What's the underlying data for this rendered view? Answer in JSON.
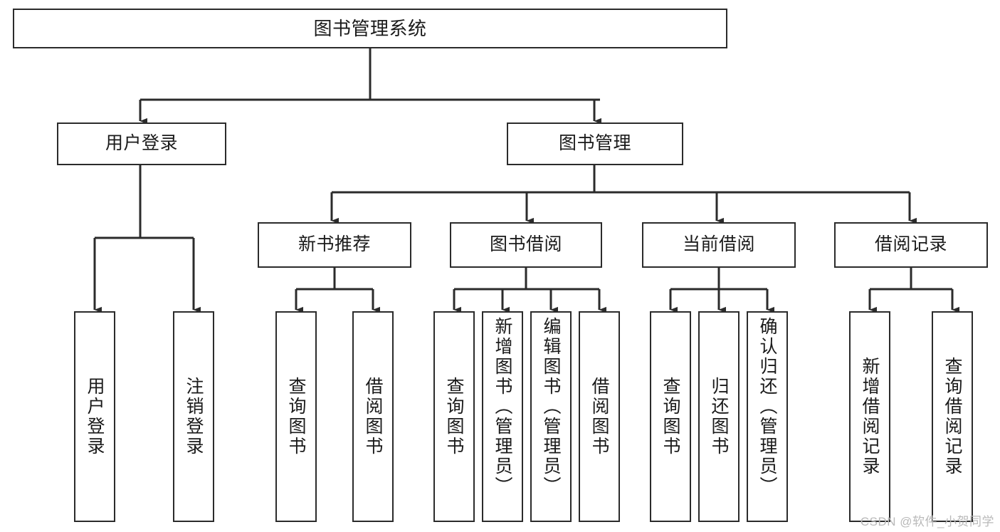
{
  "diagram": {
    "type": "tree-hierarchy",
    "title": "图书管理系统",
    "orientation": "top-down",
    "colors": {
      "box_border": "#2b2b2b",
      "box_fill": "#ffffff",
      "edge": "#2b2b2b",
      "text": "#1a1a1a",
      "watermark": "#b9b9b9",
      "background": "#ffffff"
    },
    "root": {
      "label": "图书管理系统"
    },
    "level1": [
      {
        "label": "用户登录"
      },
      {
        "label": "图书管理"
      }
    ],
    "level2": [
      {
        "label": "新书推荐"
      },
      {
        "label": "图书借阅"
      },
      {
        "label": "当前借阅"
      },
      {
        "label": "借阅记录"
      }
    ],
    "leaves": {
      "user_login": [
        {
          "label": "用户登录"
        },
        {
          "label": "注销登录"
        }
      ],
      "new_book_recommend": [
        {
          "label": "查询图书"
        },
        {
          "label": "借阅图书"
        }
      ],
      "book_borrow": [
        {
          "label": "查询图书"
        },
        {
          "label": "新增图书（管理员）"
        },
        {
          "label": "编辑图书（管理员）"
        },
        {
          "label": "借阅图书"
        }
      ],
      "current_borrow": [
        {
          "label": "查询图书"
        },
        {
          "label": "归还图书"
        },
        {
          "label": "确认归还（管理员）"
        }
      ],
      "borrow_record": [
        {
          "label": "新增借阅记录"
        },
        {
          "label": "查询借阅记录"
        }
      ]
    }
  },
  "watermark": {
    "text": "CSDN @软件_小贺同学"
  }
}
